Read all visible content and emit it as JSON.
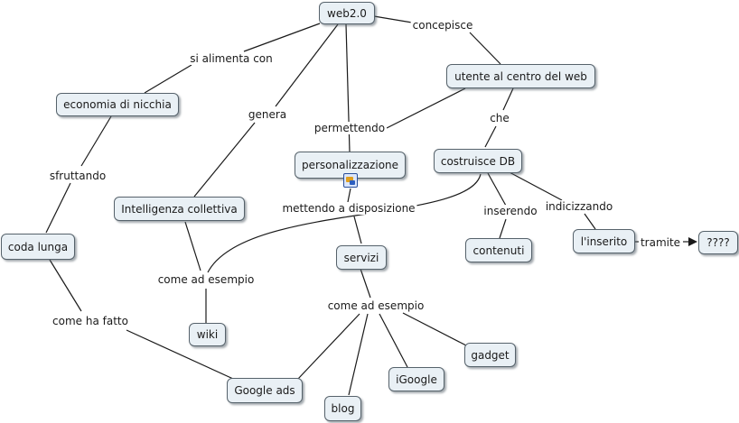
{
  "concepts": {
    "web20": "web2.0",
    "utente": "utente al centro del web",
    "economia": "economia di nicchia",
    "personalizzazione": "personalizzazione",
    "costruisce": "costruisce DB",
    "intelligenza": "Intelligenza collettiva",
    "coda": "coda lunga",
    "servizi": "servizi",
    "contenuti": "contenuti",
    "inserito": "l'inserito",
    "unknown": "????",
    "wiki": "wiki",
    "gadget": "gadget",
    "igoogle": "iGoogle",
    "googleads": "Google ads",
    "blog": "blog"
  },
  "links": {
    "concepisce": "concepisce",
    "si_alimenta": "si alimenta con",
    "genera": "genera",
    "permettendo": "permettendo",
    "che": "che",
    "sfruttando": "sfruttando",
    "mettendo": "mettendo a disposizione",
    "inserendo": "inserendo",
    "indicizzando": "indicizzando",
    "tramite": "tramite",
    "come_ad_esempio_1": "come ad esempio",
    "come_ad_esempio_2": "come ad esempio",
    "come_ha_fatto": "come ha fatto"
  },
  "icons": {
    "resource": "resource-icon"
  },
  "colors": {
    "node_fill": "#e9f0f5",
    "node_border": "#56626b",
    "line": "#1a1a1a"
  }
}
